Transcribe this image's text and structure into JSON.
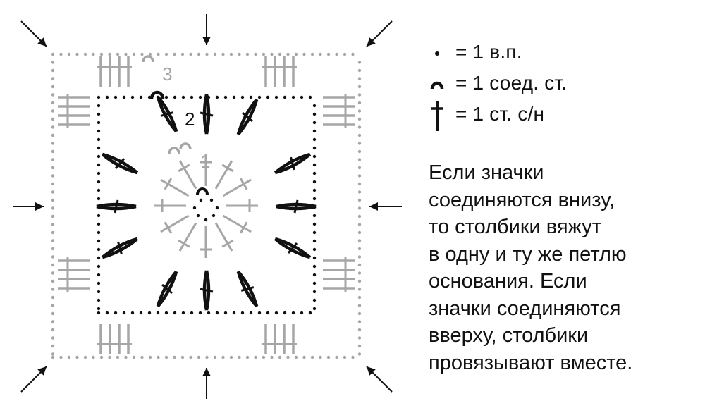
{
  "diagram": {
    "row_labels": [
      "1",
      "2",
      "3"
    ]
  },
  "legend": [
    {
      "icon": "chain-stitch-dot-icon",
      "text": "= 1 в.п."
    },
    {
      "icon": "slip-stitch-arc-icon",
      "text": "= 1 соед. ст."
    },
    {
      "icon": "double-crochet-cross-icon",
      "text": "= 1 ст. с/н"
    }
  ],
  "description": [
    "Если значки",
    "соединяются внизу,",
    "то столбики вяжут",
    "в одну и ту же петлю",
    "основания. Если",
    "значки соединяются",
    "вверху, столбики",
    "провязывают вместе."
  ],
  "colors": {
    "ink": "#111111",
    "grey": "#a6a6a6"
  }
}
